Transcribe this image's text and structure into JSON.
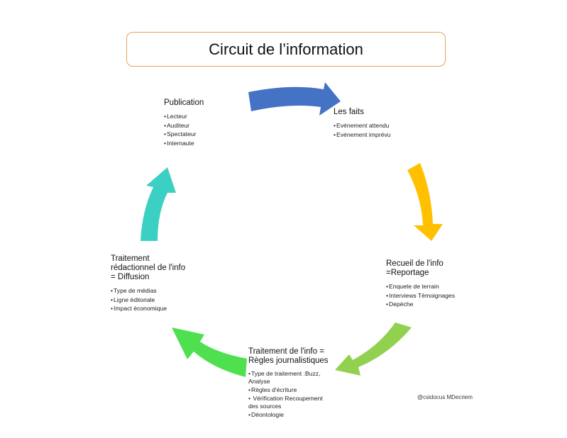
{
  "title": "Circuit de l’information",
  "arrow_colors": {
    "publication_to_faits": "#4472c4",
    "faits_to_recueil": "#ffc000",
    "recueil_to_regles": "#92d050",
    "regles_to_redac": "#4ee04e",
    "redac_to_publication": "#3cd0c4"
  },
  "nodes": {
    "publication": {
      "heading": "Publication",
      "items": [
        "Lecteur",
        "Auditeur",
        "Spectateur",
        "Internaute"
      ]
    },
    "faits": {
      "heading": "Les faits",
      "items": [
        "Evénement attendu",
        "Evénement imprévu"
      ]
    },
    "recueil": {
      "heading": "Recueil de l'info\n=Reportage",
      "items": [
        "Enquete de terrain",
        "Interviews Témoignages",
        "Depèche"
      ]
    },
    "traitement_regles": {
      "heading": "Traitement  de l'info =\nRègles journalistiques",
      "items": [
        "Type de traitement :Buzz,\nAnalyse",
        "Règles d'écriture",
        " Vérification Recoupement\ndes sources",
        "Déontologie"
      ]
    },
    "traitement_redac": {
      "heading": "Traitement\nrédactionnel de l'info\n= Diffusion",
      "items": [
        "Type de médias",
        "Ligne éditoriale",
        "Impact économique"
      ]
    }
  },
  "credit": "@csidocus MDecriem"
}
